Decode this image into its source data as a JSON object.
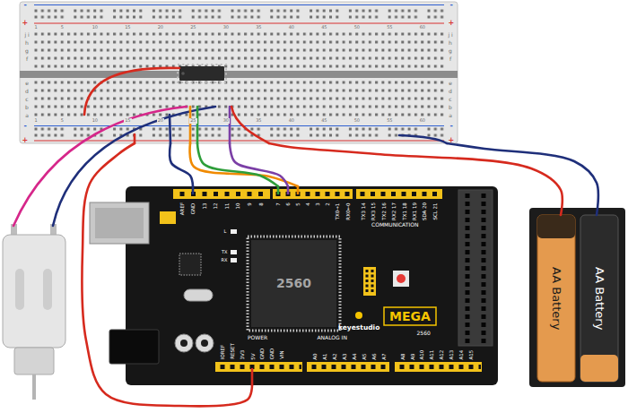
{
  "diagram": {
    "nodes": [
      {
        "text": [
          "j i h g f",
          "e d c b a",
          "j i h g f",
          "e d c b a"
        ]
      },
      {
        "text": [
          "keyestudio",
          "MEGA",
          "2560"
        ]
      },
      {
        "text": [
          "2560"
        ],
        "in": 1
      },
      {
        "text": [
          "AA Battery"
        ]
      },
      {
        "text": [
          "AA Battery"
        ]
      }
    ],
    "edges": [
      {
        "from": 0,
        "to": 1,
        "arrow": "none"
      },
      {
        "from": 0,
        "to": 1,
        "arrow": "none"
      },
      {
        "from": 0,
        "to": 1,
        "arrow": "none"
      },
      {
        "from": 0,
        "to": 1,
        "arrow": "none"
      },
      {
        "from": 1,
        "to": 0,
        "arrow": "none"
      },
      {
        "from": 3,
        "to": 0,
        "arrow": "none"
      },
      {
        "from": 4,
        "to": 0,
        "arrow": "none"
      }
    ],
    "labels": [
      "1",
      "5",
      "10",
      "15",
      "20",
      "25",
      "30",
      "35",
      "40",
      "45",
      "50",
      "55",
      "60",
      "1",
      "5",
      "10",
      "15",
      "20",
      "25",
      "30",
      "35",
      "40",
      "45",
      "50",
      "55",
      "60",
      "-",
      "+",
      "-",
      "+",
      "-",
      "+",
      "-",
      "+",
      "AREF",
      "GND",
      "13",
      "12",
      "11",
      "10",
      "9",
      "8",
      "7",
      "6",
      "5",
      "4",
      "3",
      "2",
      "TX0→1",
      "RX0←0",
      "TX3 14",
      "RX3 15",
      "TX2 16",
      "RX2 17",
      "TX1 18",
      "RX1 19",
      "SDA 20",
      "SCL 21",
      "COMMUNICATION",
      "L",
      "TX",
      "RX",
      "POWER",
      "IOREF",
      "RESET",
      "3V3",
      "5V",
      "GND",
      "GND",
      "VIN",
      "ANALOG IN",
      "A0",
      "A1",
      "A2",
      "A3",
      "A4",
      "A5",
      "A6",
      "A7",
      "A8",
      "A9",
      "A10",
      "A11",
      "A12",
      "A13",
      "A14",
      "A15"
    ]
  }
}
